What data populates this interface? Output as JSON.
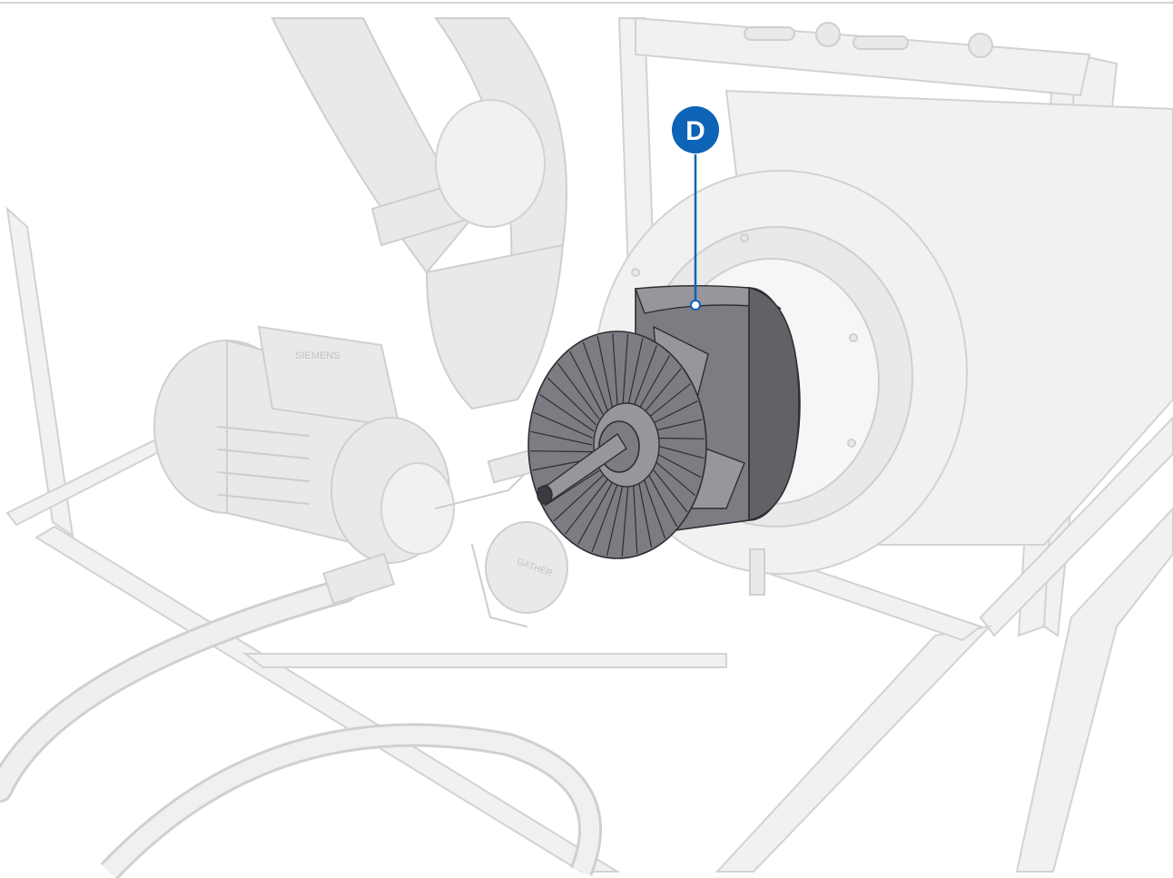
{
  "callouts": [
    {
      "id": "D",
      "label": "D",
      "color": "#0d63b5"
    }
  ],
  "nameplates": {
    "pump_cap": "GATHER",
    "motor_box": "SIEMENS"
  },
  "colors": {
    "ghost_fill": "#e9e9e9",
    "ghost_stroke": "#cfcfcf",
    "highlight": "#616166",
    "callout": "#0d63b5"
  }
}
